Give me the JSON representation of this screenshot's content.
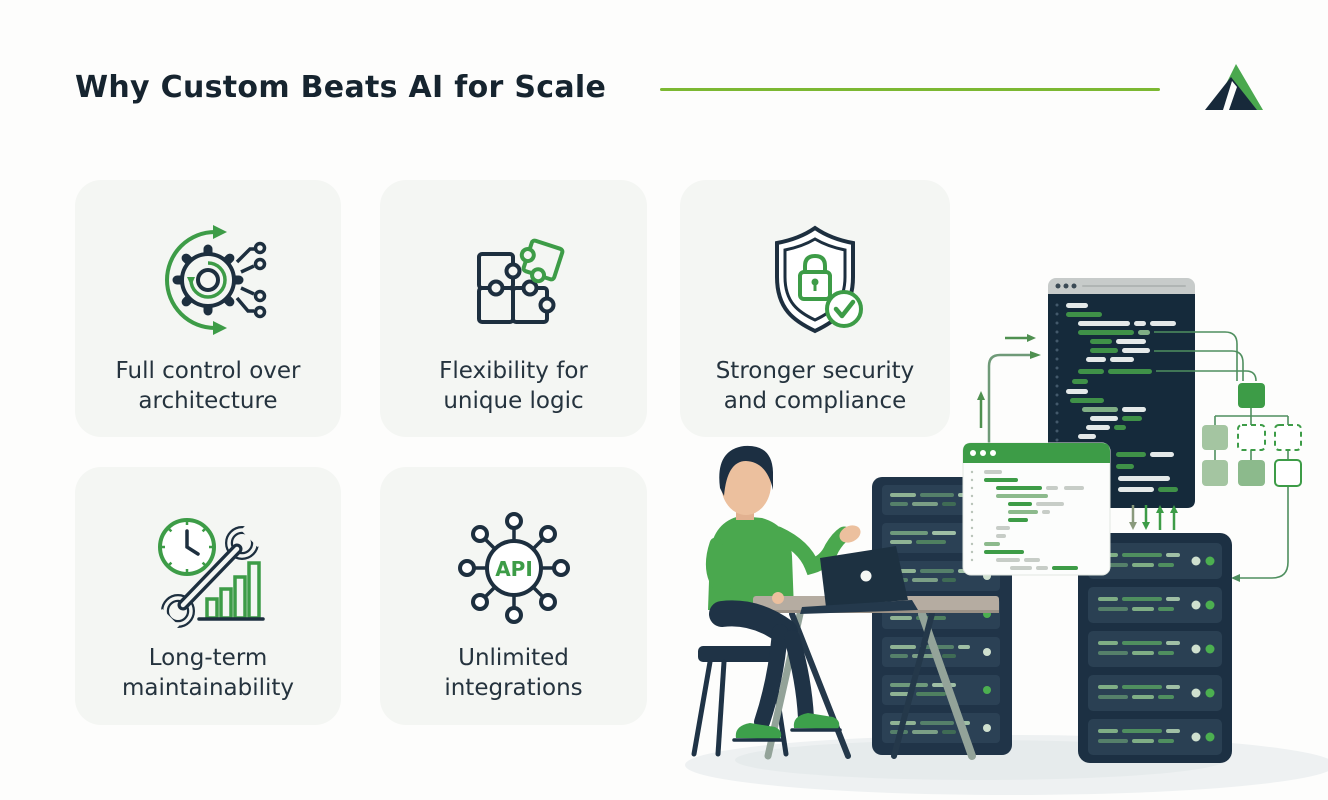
{
  "header": {
    "title": "Why Custom Beats AI for Scale",
    "logo": "mountain-peak-logo"
  },
  "cards": [
    {
      "id": "full-control",
      "icon": "gear-circuit-icon",
      "label": "Full control over architecture"
    },
    {
      "id": "flexibility",
      "icon": "puzzle-pieces-icon",
      "label": "Flexibility for unique logic"
    },
    {
      "id": "security",
      "icon": "shield-lock-check-icon",
      "label": "Stronger security and compliance"
    },
    {
      "id": "maintainability",
      "icon": "clock-wrench-chart-icon",
      "label": "Long-term maintainability"
    },
    {
      "id": "integrations",
      "icon": "api-hub-icon",
      "label": "Unlimited integrations",
      "icon_label": "API"
    }
  ],
  "illustration": {
    "elements": [
      "developer-figure",
      "laptop",
      "desk",
      "chair",
      "server-rack-left",
      "server-rack-right",
      "code-window-dark",
      "code-window-light",
      "flowchart-nodes",
      "data-flow-arrows"
    ]
  },
  "colors": {
    "brand_green": "#3d9c47",
    "accent_line": "#7cb832",
    "dark_navy": "#1b2c3e",
    "card_background": "#f4f6f3",
    "light_green_node": "#a4c5a1",
    "status_dot_green": "#4caf50"
  }
}
